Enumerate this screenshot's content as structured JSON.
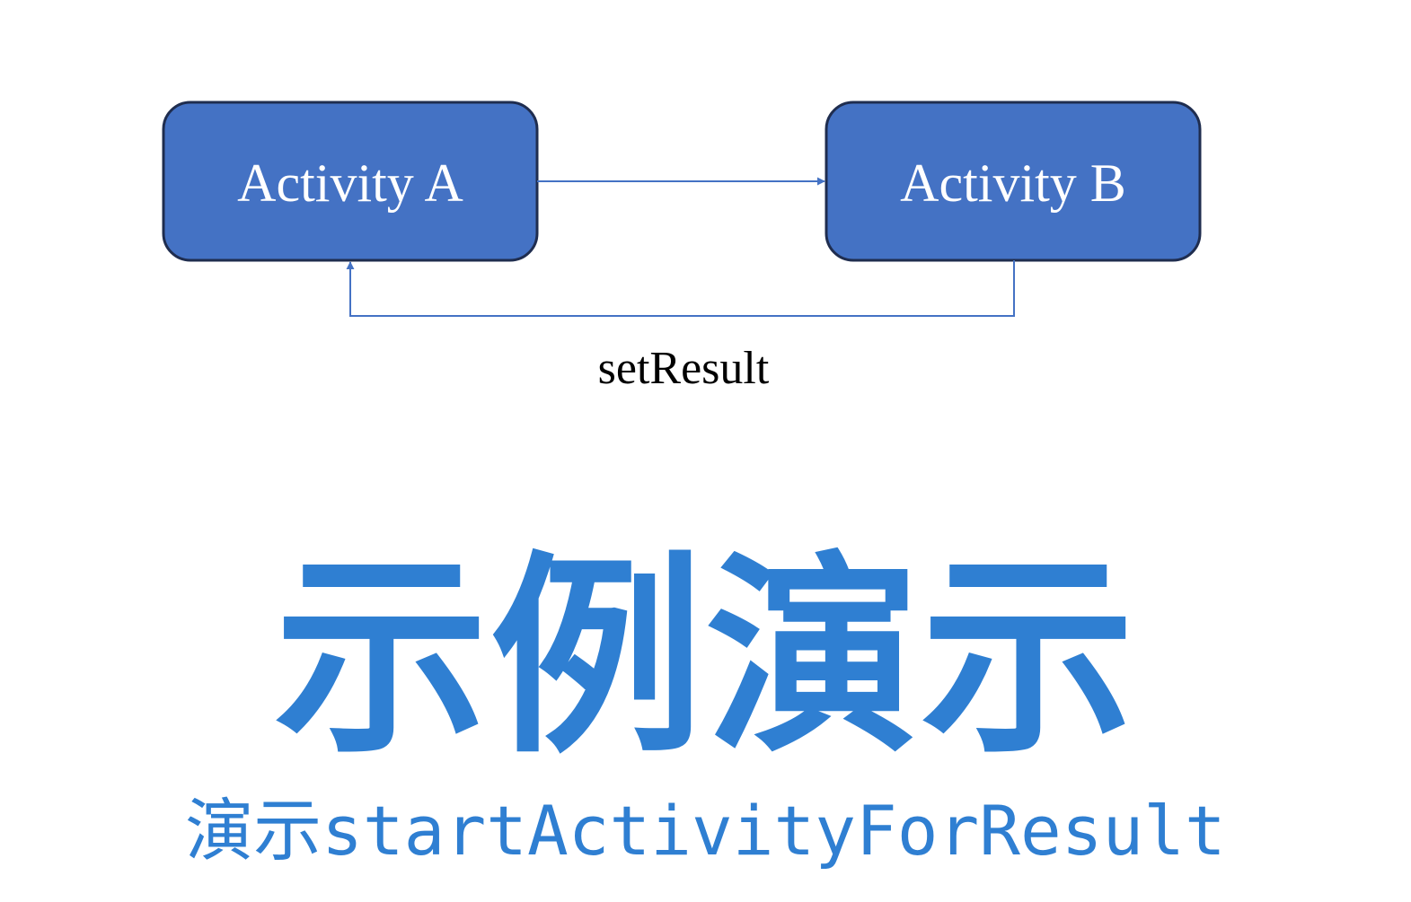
{
  "diagram": {
    "nodes": [
      {
        "id": "activity-a",
        "label": "Activity A"
      },
      {
        "id": "activity-b",
        "label": "Activity B"
      }
    ],
    "edges": [
      {
        "from": "activity-a",
        "to": "activity-b",
        "label": ""
      },
      {
        "from": "activity-b",
        "to": "activity-a",
        "label": "setResult"
      }
    ]
  },
  "colors": {
    "node_fill": "#4472c4",
    "node_stroke": "#1f2d4f",
    "edge": "#4472c4",
    "accent_text": "#2f7fd2"
  },
  "headline": "示例演示",
  "subtitle": "演示startActivityForResult"
}
